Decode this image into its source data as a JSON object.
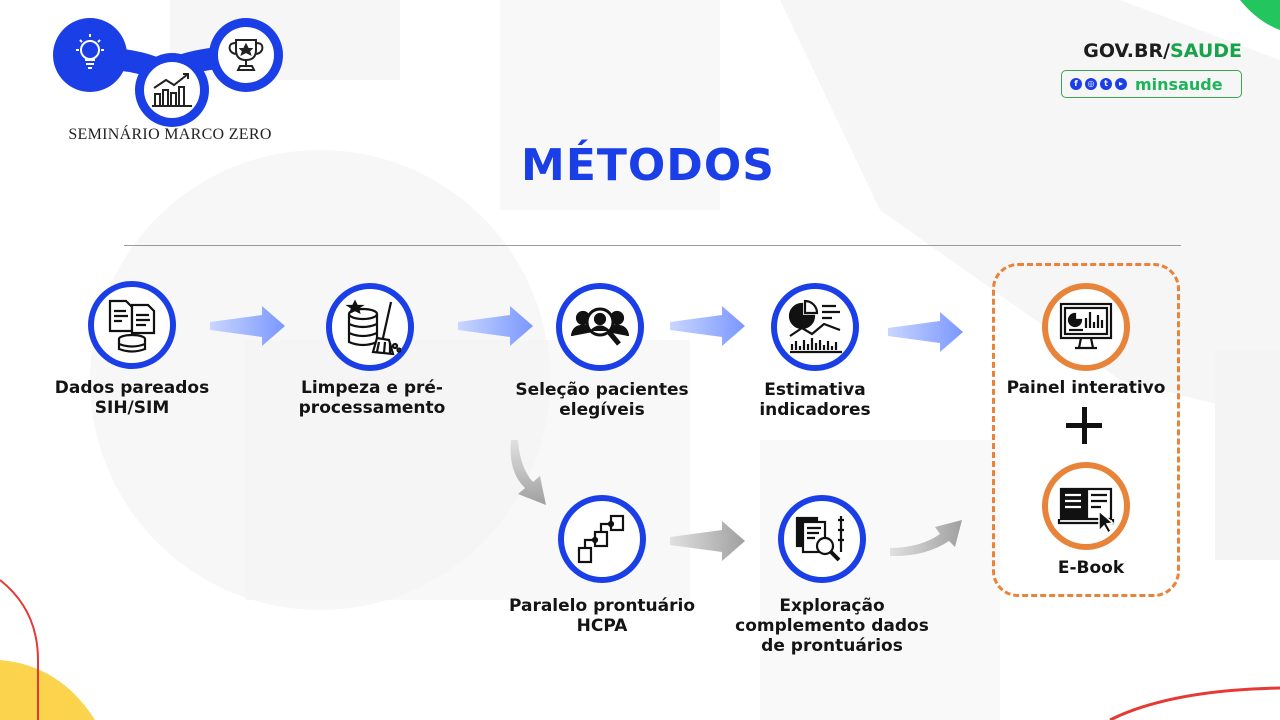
{
  "logo": {
    "caption": "SEMINÁRIO MARCO ZERO"
  },
  "brand": {
    "gov_prefix": "GOV.BR/",
    "gov_suffix": "SAUDE",
    "social_icons": [
      "facebook-icon",
      "instagram-icon",
      "twitter-icon",
      "youtube-icon"
    ],
    "handle": "minsaude"
  },
  "title": "MÉTODOS",
  "colors": {
    "primary_blue": "#1a3fe6",
    "accent_orange": "#e8833a",
    "green": "#16a34a",
    "arrow_blue": "#8ea7ff",
    "arrow_gray": "#a9a9a9"
  },
  "steps": {
    "dados": {
      "line1": "Dados pareados",
      "line2": "SIH/SIM",
      "icon": "documents-database-icon"
    },
    "limpeza": {
      "line1": "Limpeza e pré-",
      "line2": "processamento",
      "icon": "database-broom-icon"
    },
    "selecao": {
      "line1": "Seleção pacientes",
      "line2": "elegíveis",
      "icon": "user-search-icon"
    },
    "estimativa": {
      "line1": "Estimativa",
      "line2": "indicadores",
      "icon": "chart-analysis-icon"
    },
    "paralelo": {
      "line1": "Paralelo prontuário",
      "line2": "HCPA",
      "icon": "workflow-blocks-icon"
    },
    "exploracao": {
      "line1": "Exploração",
      "line2": "complemento dados",
      "line3": "de prontuários",
      "icon": "document-magnifier-icon"
    }
  },
  "outputs": {
    "painel": {
      "label": "Painel interativo",
      "icon": "dashboard-monitor-icon"
    },
    "ebook": {
      "label": "E-Book",
      "icon": "ebook-cursor-icon"
    }
  }
}
